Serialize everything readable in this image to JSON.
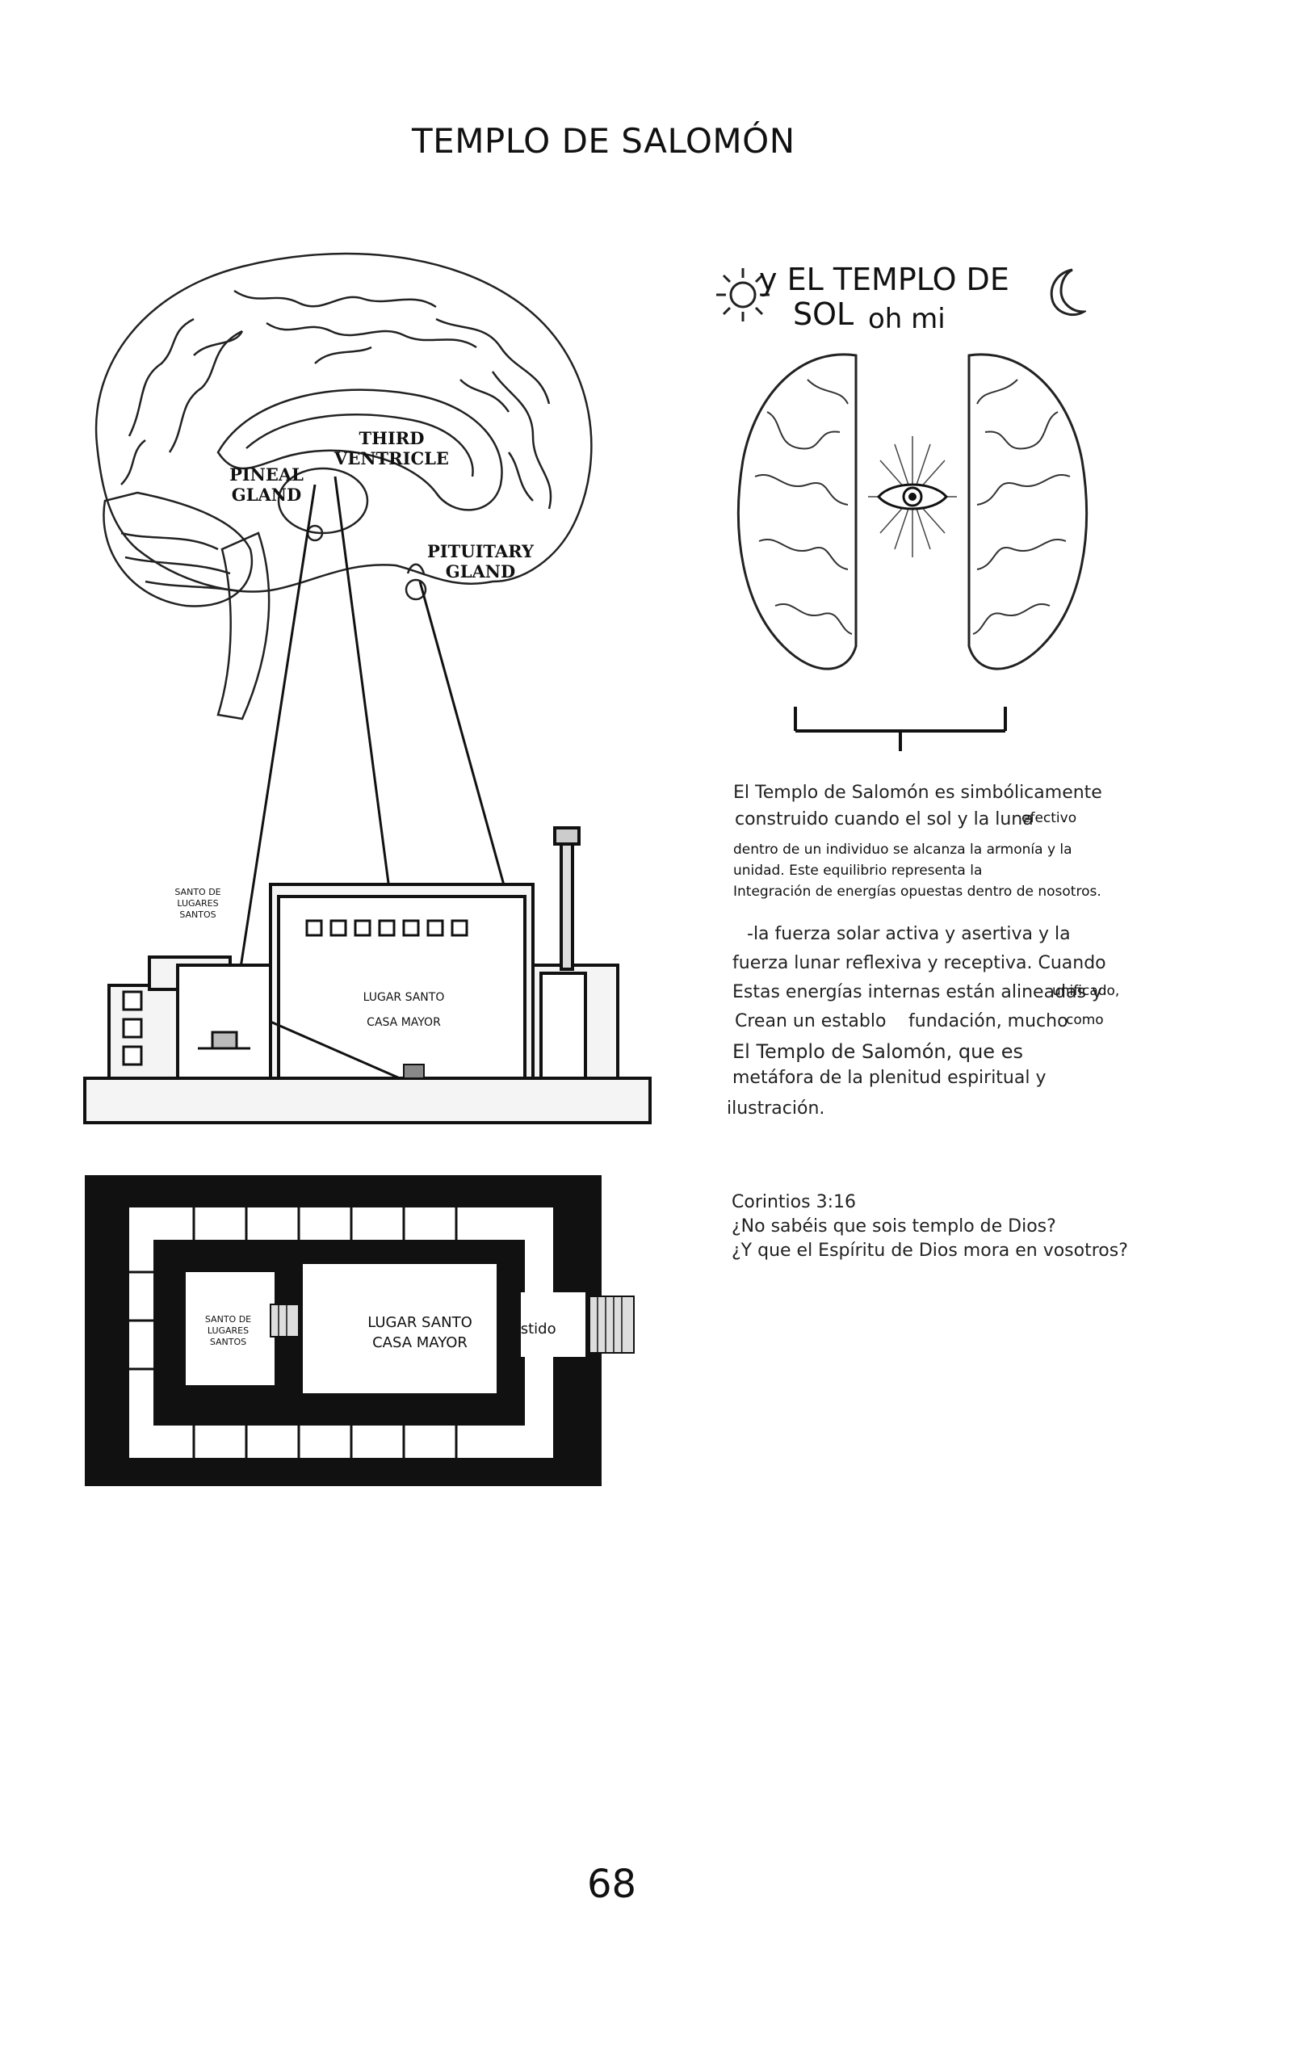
{
  "page_title": "TEMPLO DE SALOMÓN",
  "header": {
    "line1": "y EL TEMPLO DE",
    "line2a": "SOL",
    "line2b": "oh mi"
  },
  "brain_labels": {
    "pineal_1": "PINEAL",
    "pineal_2": "GLAND",
    "third_1": "THIRD",
    "third_2": "VENTRICLE",
    "pituitary_1": "PITUITARY",
    "pituitary_2": "GLAND"
  },
  "elevation": {
    "holiest_1": "SANTO DE",
    "holiest_2": "LUGARES",
    "holiest_3": "SANTOS",
    "holy_1": "LUGAR SANTO",
    "holy_2": "CASA MAYOR"
  },
  "plan": {
    "holiest_1": "SANTO DE",
    "holiest_2": "LUGARES",
    "holiest_3": "SANTOS",
    "holy_1": "LUGAR SANTO",
    "holy_2": "CASA MAYOR",
    "vestibule": "vestido"
  },
  "paragraph1": {
    "l1": "El Templo de Salomón es simbólicamente",
    "l2": "construido cuando el sol y la luna",
    "l2_extra": "efectivo",
    "l3": "dentro de un individuo se alcanza la armonía y la",
    "l4": "unidad. Este equilibrio representa la",
    "l5": "Integración de energías opuestas dentro de nosotros."
  },
  "paragraph2": {
    "l1": "-la fuerza solar activa y asertiva y la",
    "l2": "fuerza lunar reflexiva y receptiva. Cuando",
    "l3": "Estas energías internas están alineadas y",
    "l3_extra": "unificado,",
    "l4a": "Crean un establo",
    "l4b": "fundación, mucho",
    "l4c": "como",
    "l5": "El Templo de Salomón, que es",
    "l6": "metáfora de la plenitud espiritual y",
    "l7": "ilustración."
  },
  "verse": {
    "ref": "Corintios 3:16",
    "l1": "¿No sabéis que sois templo de Dios?",
    "l2": "¿Y que el Espíritu de Dios mora en vosotros?"
  },
  "page_number": "68"
}
